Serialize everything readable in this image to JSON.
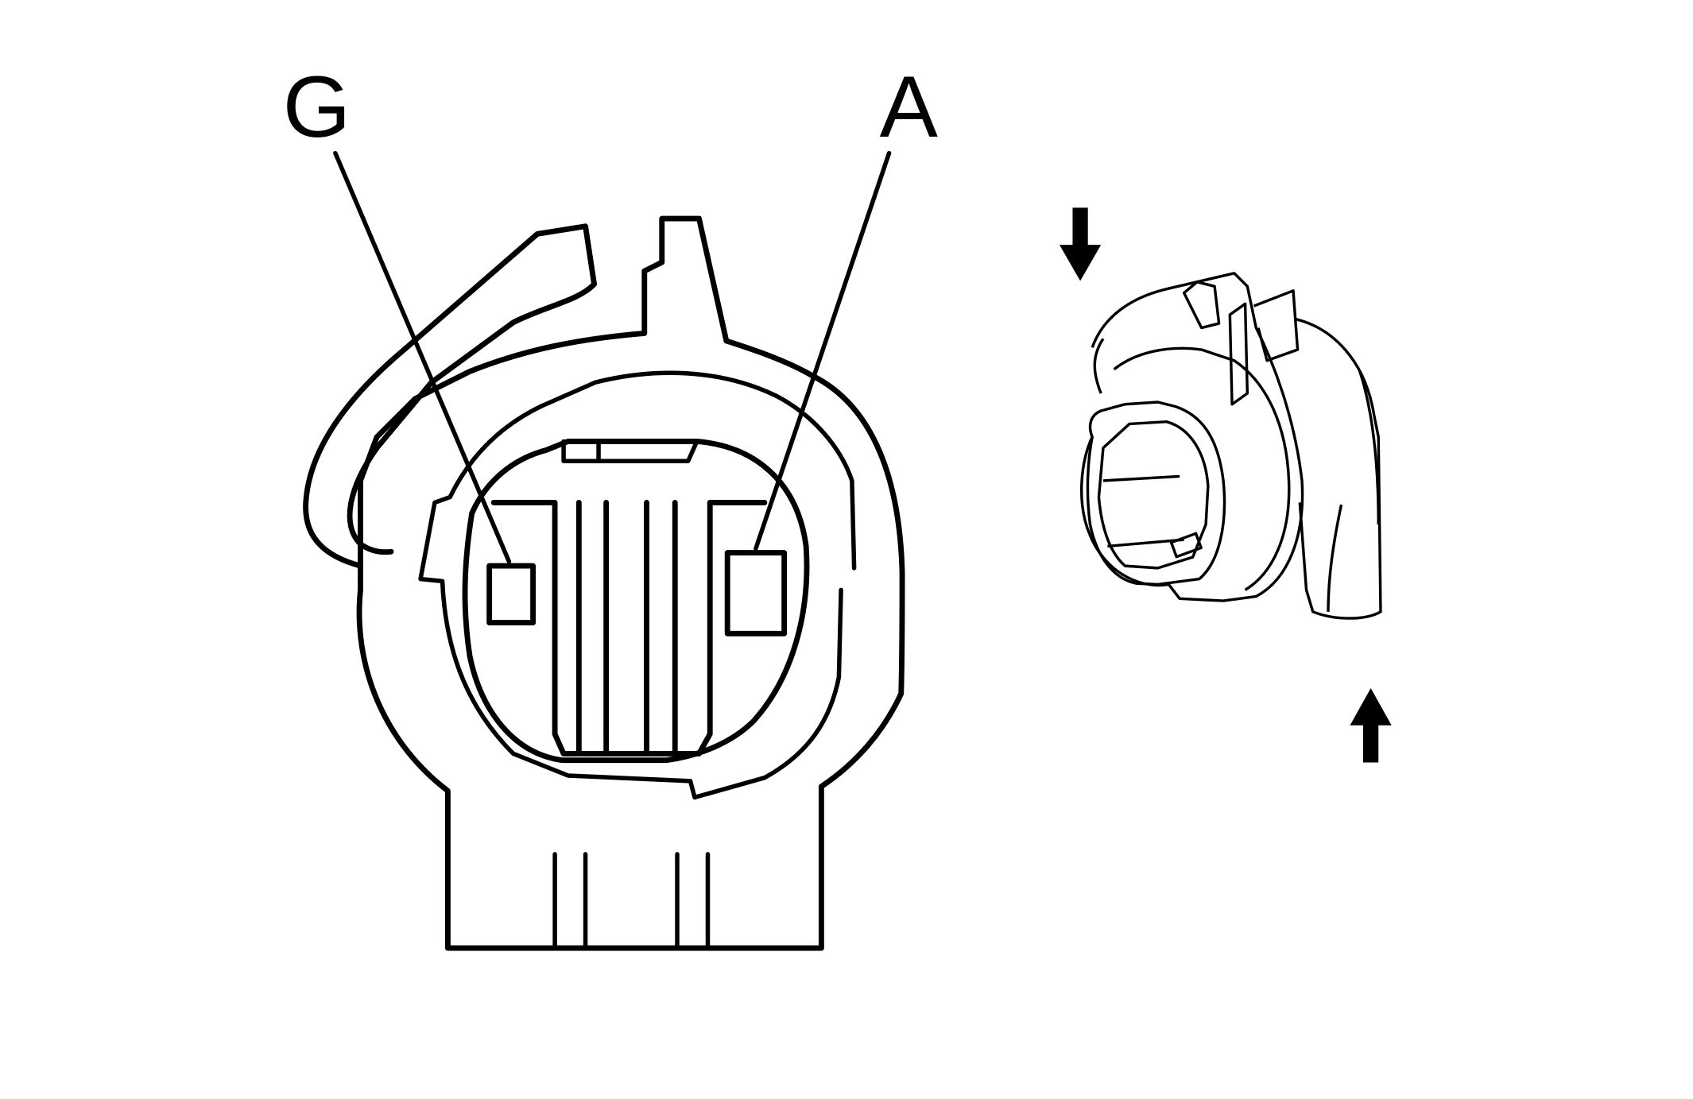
{
  "connector_face": {
    "pin_labels": [
      {
        "id": "G",
        "text": "G"
      },
      {
        "id": "A",
        "text": "A"
      }
    ]
  },
  "colors": {
    "line": "#000000",
    "background": "#ffffff"
  },
  "icons": [
    "arrow-down-icon",
    "arrow-up-icon"
  ]
}
